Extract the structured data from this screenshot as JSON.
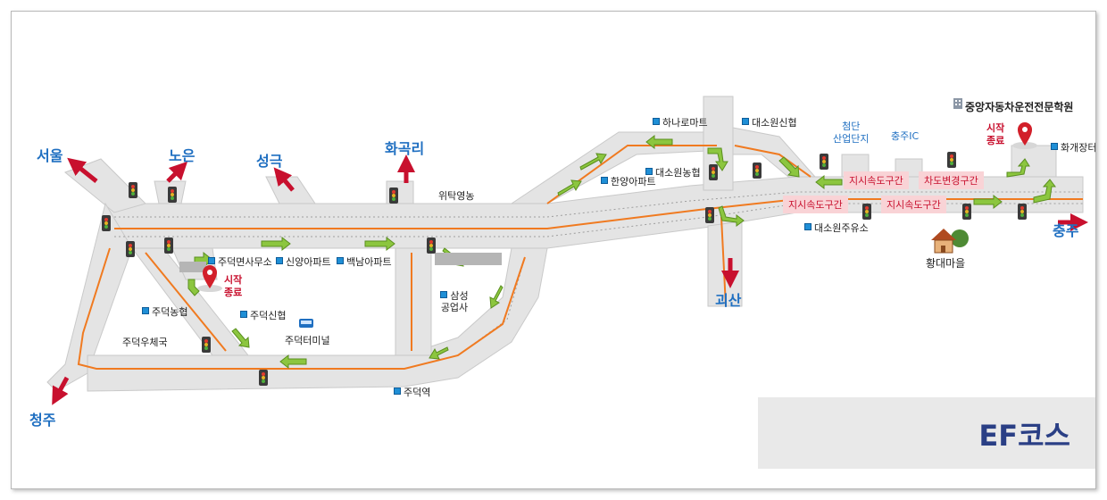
{
  "course": {
    "title": "EF코스"
  },
  "destinations": {
    "seoul": "서울",
    "noeun": "노은",
    "seonggeuk": "성극",
    "hwagokri": "화곡리",
    "cheongju": "청주",
    "goesan": "괴산",
    "chungju": "충주"
  },
  "places": {
    "hanaro": "하나로마트",
    "daesowon_nonghyup_top": "대소원신협",
    "daesowon_nonghyup": "대소원농협",
    "hanyang": "한양아파트",
    "witak": "위탁영농",
    "jeomhyeon": "주덕면사무소",
    "sinyang": "신양아파트",
    "baeknam": "백남아파트",
    "samsung": "삼성\n공업사",
    "judeok_nonghyup": "주덕농협",
    "judeok_post": "주덕우체국",
    "judeok_sinhyup": "주덕신협",
    "judeok_terminal": "주덕터미널",
    "judeok_station": "주덕역",
    "daesowon_gas": "대소원주유소",
    "hwangdae": "황대마을",
    "hwagae": "화개장터",
    "cheomdan": "첨단\n산업단지",
    "chungju_ic": "충주IC",
    "academy": "중앙자동차운전전문학원"
  },
  "markers": {
    "start_end_left": "시작\n종료",
    "start_end_right": "시작\n종료"
  },
  "zones": {
    "speed_zone_1": "지시속도구간",
    "lane_change_zone": "차도변경구간",
    "speed_zone_2": "지시속도구간",
    "speed_zone_3": "지시속도구간"
  },
  "colors": {
    "road": "#e4e4e4",
    "route_line": "#f07a20",
    "direction_arrow": "#c8102e",
    "course_arrow": "#8cc63f",
    "label_blue": "#1f6fc1",
    "zone_bg": "#f9d3d6"
  }
}
